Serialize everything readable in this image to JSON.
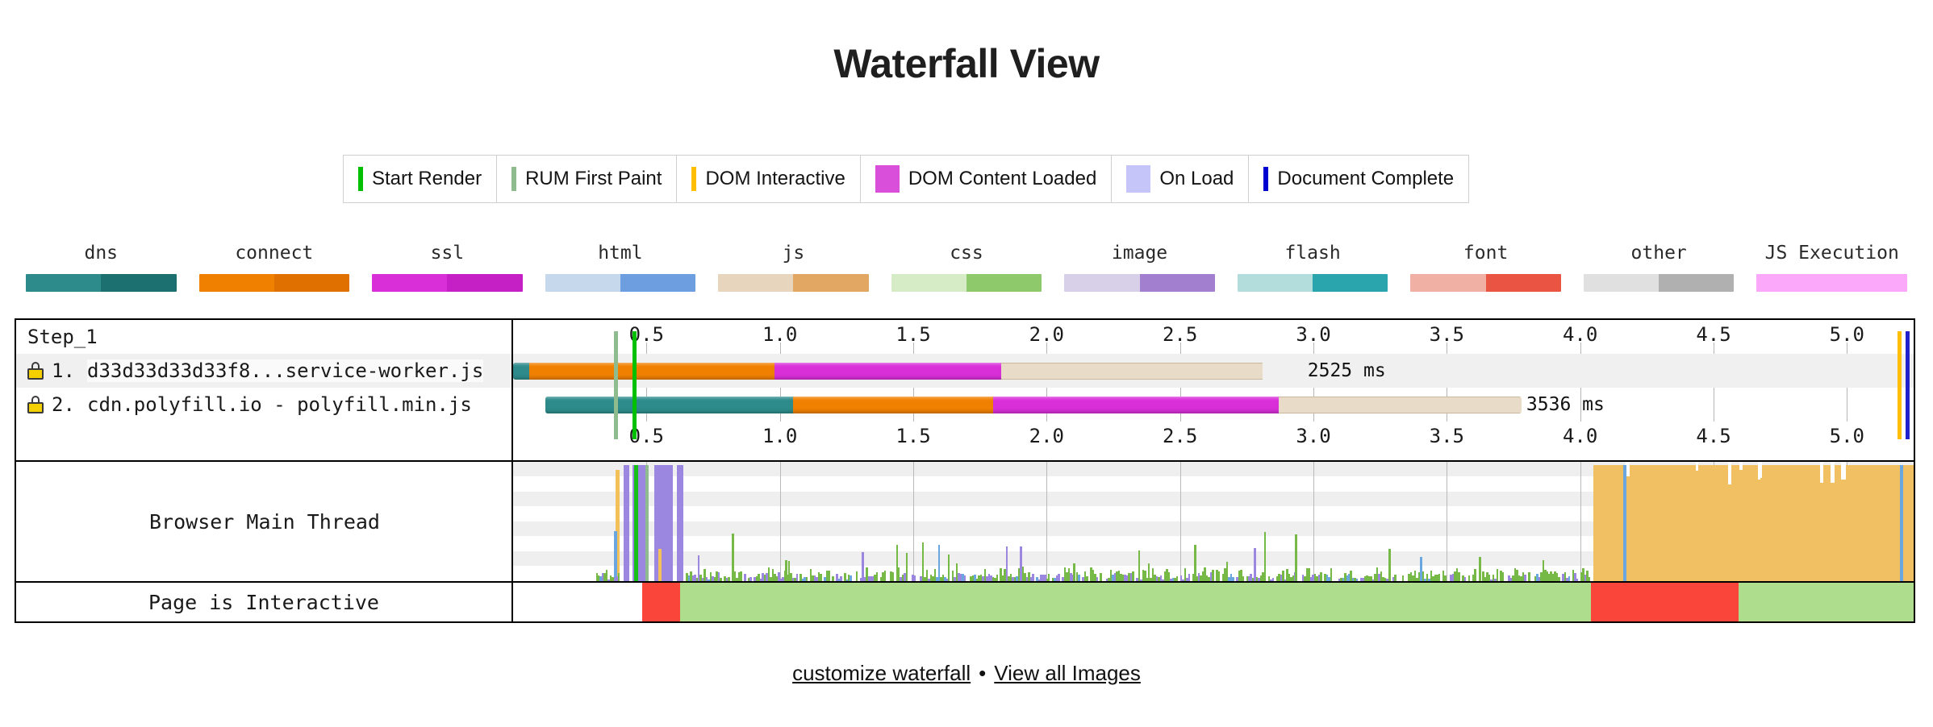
{
  "page": {
    "title": "Waterfall View"
  },
  "legend": {
    "items": [
      {
        "label": "Start Render",
        "color": "#00c000",
        "shape": "line"
      },
      {
        "label": "RUM First Paint",
        "color": "#8fbc8f",
        "shape": "line"
      },
      {
        "label": "DOM Interactive",
        "color": "#ffbf00",
        "shape": "line"
      },
      {
        "label": "DOM Content Loaded",
        "color": "#d94fd9",
        "shape": "block"
      },
      {
        "label": "On Load",
        "color": "#c5c5fa",
        "shape": "block"
      },
      {
        "label": "Document Complete",
        "color": "#0000d0",
        "shape": "line"
      }
    ]
  },
  "type_key": {
    "items": [
      {
        "label": "dns",
        "color_light": "#2d8b8b",
        "color_dark": "#1c7070"
      },
      {
        "label": "connect",
        "color_light": "#f08000",
        "color_dark": "#e07000"
      },
      {
        "label": "ssl",
        "color_light": "#d92fd9",
        "color_dark": "#c520c5"
      },
      {
        "label": "html",
        "color_light": "#c6d9ec",
        "color_dark": "#6d9ee0"
      },
      {
        "label": "js",
        "color_light": "#e8d5bd",
        "color_dark": "#e2a863"
      },
      {
        "label": "css",
        "color_light": "#d6ecc6",
        "color_dark": "#8ec96b"
      },
      {
        "label": "image",
        "color_light": "#d8cfe8",
        "color_dark": "#a280cf"
      },
      {
        "label": "flash",
        "color_light": "#b3dcdc",
        "color_dark": "#2aa5ad"
      },
      {
        "label": "font",
        "color_light": "#f0b0a4",
        "color_dark": "#ea5543"
      },
      {
        "label": "other",
        "color_light": "#e0e0e0",
        "color_dark": "#b0b0b0"
      },
      {
        "label": "JS Execution",
        "color_light": "#fba8fb",
        "color_dark": "#fba8fb"
      }
    ]
  },
  "waterfall": {
    "step_label": "Step_1",
    "axis": {
      "ticks": [
        "0.5",
        "1.0",
        "1.5",
        "2.0",
        "2.5",
        "3.0",
        "3.5",
        "4.0",
        "4.5",
        "5.0"
      ],
      "unit": "seconds",
      "min": 0.0,
      "max": 5.25
    },
    "requests": [
      {
        "number": "1.",
        "url": "d33d33d33d33f8...service-worker.js",
        "secure": true,
        "duration_label": "2525 ms",
        "segments": [
          {
            "type": "dns",
            "start": 0.0,
            "end": 0.06,
            "color": "#2d8b8b"
          },
          {
            "type": "connect",
            "start": 0.06,
            "end": 0.98,
            "color": "#f08000"
          },
          {
            "type": "ssl",
            "start": 0.98,
            "end": 1.83,
            "color": "#d92fd9"
          },
          {
            "type": "ttfb",
            "start": 1.98,
            "end": 2.96,
            "color": "#e8dcc8"
          }
        ]
      },
      {
        "number": "2.",
        "url": "cdn.polyfill.io - polyfill.min.js",
        "secure": true,
        "duration_label": "3536 ms",
        "segments": [
          {
            "type": "dns",
            "start": 0.12,
            "end": 1.05,
            "color": "#2d8b8b"
          },
          {
            "type": "connect",
            "start": 1.05,
            "end": 1.8,
            "color": "#f08000"
          },
          {
            "type": "ssl",
            "start": 1.8,
            "end": 2.87,
            "color": "#d92fd9"
          },
          {
            "type": "ttfb",
            "start": 2.87,
            "end": 3.78,
            "color": "#e8dcc8"
          }
        ]
      }
    ],
    "markers": [
      {
        "name": "rum-first-paint",
        "time": 0.385,
        "color": "#8fbc8f"
      },
      {
        "name": "start-render",
        "time": 0.455,
        "color": "#00c000"
      },
      {
        "name": "dom-interactive",
        "time": 5.195,
        "color": "#ffbf00"
      },
      {
        "name": "document-complete",
        "time": 5.225,
        "color": "#2222cc"
      }
    ]
  },
  "cpu": {
    "label": "Browser Main Thread",
    "legend_colors": {
      "scripting": "#f3c05a",
      "layout": "#9b87e0",
      "painting": "#76b947",
      "loading": "#6aa6e0",
      "other": "#f0ad4e"
    },
    "busy_region": {
      "start": 4.05,
      "end": 5.25,
      "color": "#f0c063"
    }
  },
  "interactive": {
    "label": "Page is Interactive",
    "segments": [
      {
        "state": "none",
        "start": 0.0,
        "end": 0.485,
        "color": "#ffffff"
      },
      {
        "state": "not-ready",
        "start": 0.485,
        "end": 0.625,
        "color": "#f9453a"
      },
      {
        "state": "interactive",
        "start": 0.625,
        "end": 4.04,
        "color": "#aedd8e"
      },
      {
        "state": "not-ready",
        "start": 4.04,
        "end": 4.595,
        "color": "#f9453a"
      },
      {
        "state": "interactive",
        "start": 4.595,
        "end": 5.25,
        "color": "#aedd8e"
      }
    ]
  },
  "footer": {
    "customize_link": "customize waterfall",
    "separator": "•",
    "images_link": "View all Images"
  }
}
